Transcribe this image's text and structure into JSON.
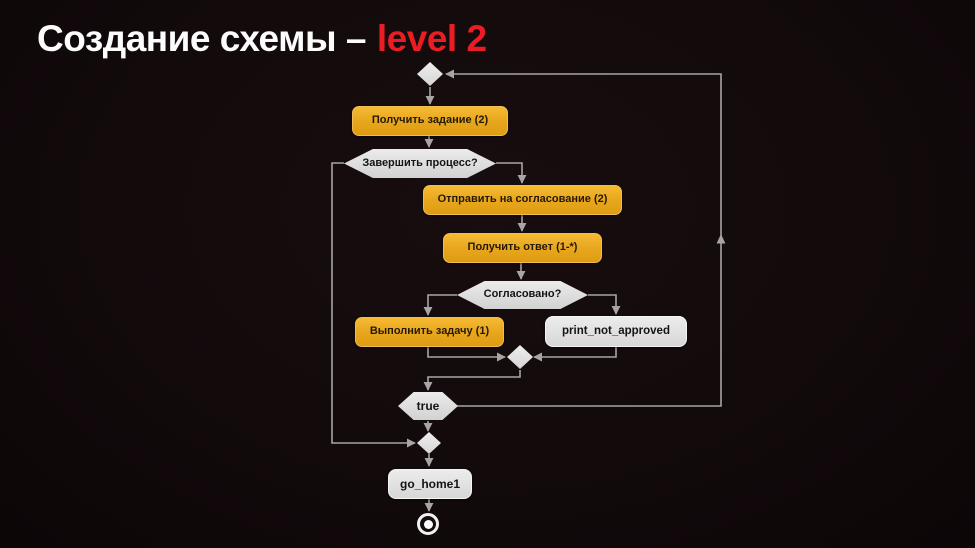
{
  "title": {
    "text": "Создание схемы –",
    "highlight": "level 2"
  },
  "palette": {
    "background": "#120a0b",
    "task_fill": "#e9a81f",
    "gray_shape_fill": "#dcdcdc",
    "connector": "#a8a5a5",
    "title_color": "#fcfcfc",
    "title_accent": "#ea1c24"
  },
  "nodes": {
    "get_task": {
      "label": "Получить задание (2)",
      "type": "task"
    },
    "finish_process_decision": {
      "label": "Завершить процесс?",
      "type": "decision-hexagon"
    },
    "send_for_approval": {
      "label": "Отправить на согласование (2)",
      "type": "task"
    },
    "get_answer": {
      "label": "Получить ответ (1-*)",
      "type": "task"
    },
    "approved_decision": {
      "label": "Согласовано?",
      "type": "decision-hexagon"
    },
    "do_task": {
      "label": "Выполнить задачу (1)",
      "type": "task"
    },
    "print_not_approved": {
      "label": "print_not_approved",
      "type": "action"
    },
    "true_condition": {
      "label": "true",
      "type": "condition-hexagon"
    },
    "go_home": {
      "label": "go_home1",
      "type": "action"
    }
  }
}
